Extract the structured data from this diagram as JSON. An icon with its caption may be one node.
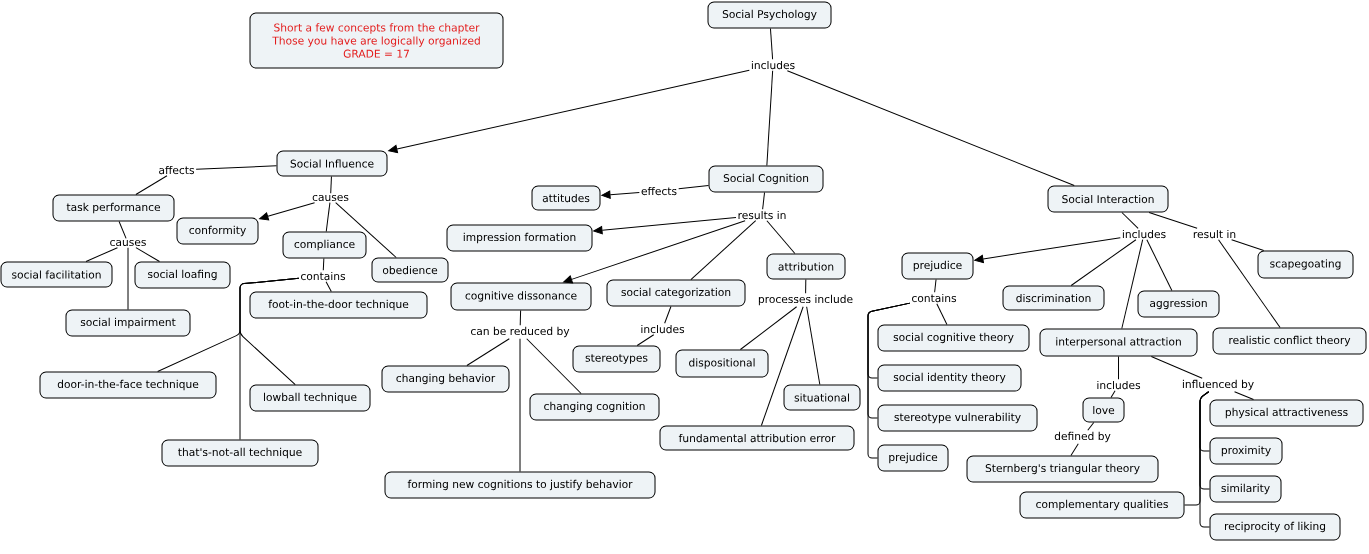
{
  "diagram": {
    "nodes": [
      {
        "text": [
          "Short a few concepts from the chapter",
          "Those you have are logically organized",
          "GRADE = 17"
        ]
      },
      {
        "text": [
          "Social Psychology"
        ]
      },
      {
        "text": [
          "includes"
        ]
      },
      {
        "text": [
          "Social Influence"
        ]
      },
      {
        "text": [
          "Social Cognition"
        ]
      },
      {
        "text": [
          "Social Interaction"
        ]
      },
      {
        "text": [
          "effects"
        ]
      },
      {
        "text": [
          "attitudes"
        ]
      },
      {
        "text": [
          "results in"
        ]
      },
      {
        "text": [
          "impression formation"
        ]
      },
      {
        "text": [
          "affects"
        ]
      },
      {
        "text": [
          "task performance"
        ]
      },
      {
        "text": [
          "causes"
        ]
      },
      {
        "text": [
          "conformity"
        ]
      },
      {
        "text": [
          "compliance"
        ]
      },
      {
        "text": [
          "obedience"
        ]
      },
      {
        "text": [
          "causes"
        ]
      },
      {
        "text": [
          "social facilitation"
        ]
      },
      {
        "text": [
          "social loafing"
        ]
      },
      {
        "text": [
          "social impairment"
        ]
      },
      {
        "text": [
          "contains"
        ]
      },
      {
        "text": [
          "foot-in-the-door technique"
        ]
      },
      {
        "text": [
          "door-in-the-face technique"
        ]
      },
      {
        "text": [
          "lowball technique"
        ]
      },
      {
        "text": [
          "that's-not-all technique"
        ]
      },
      {
        "text": [
          "cognitive dissonance"
        ]
      },
      {
        "text": [
          "can be reduced by"
        ]
      },
      {
        "text": [
          "changing behavior"
        ]
      },
      {
        "text": [
          "changing cognition"
        ]
      },
      {
        "text": [
          "forming new cognitions to justify behavior"
        ]
      },
      {
        "text": [
          "social categorization"
        ]
      },
      {
        "text": [
          "includes"
        ]
      },
      {
        "text": [
          "stereotypes"
        ]
      },
      {
        "text": [
          "attribution"
        ]
      },
      {
        "text": [
          "processes include"
        ]
      },
      {
        "text": [
          "dispositional"
        ]
      },
      {
        "text": [
          "situational"
        ]
      },
      {
        "text": [
          "fundamental attribution error"
        ]
      },
      {
        "text": [
          "includes"
        ]
      },
      {
        "text": [
          "result in"
        ]
      },
      {
        "text": [
          "prejudice"
        ]
      },
      {
        "text": [
          "contains"
        ]
      },
      {
        "text": [
          "social cognitive theory"
        ]
      },
      {
        "text": [
          "social identity theory"
        ]
      },
      {
        "text": [
          "stereotype vulnerability"
        ]
      },
      {
        "text": [
          "prejudice"
        ]
      },
      {
        "text": [
          "discrimination"
        ]
      },
      {
        "text": [
          "aggression"
        ]
      },
      {
        "text": [
          "interpersonal attraction"
        ]
      },
      {
        "text": [
          "scapegoating"
        ]
      },
      {
        "text": [
          "realistic conflict theory"
        ]
      },
      {
        "text": [
          "includes"
        ]
      },
      {
        "text": [
          "love"
        ]
      },
      {
        "text": [
          "defined by"
        ]
      },
      {
        "text": [
          "Sternberg's triangular theory"
        ]
      },
      {
        "text": [
          "influenced by"
        ]
      },
      {
        "text": [
          "physical attractiveness"
        ]
      },
      {
        "text": [
          "proximity"
        ]
      },
      {
        "text": [
          "similarity"
        ]
      },
      {
        "text": [
          "complementary qualities"
        ]
      },
      {
        "text": [
          "reciprocity of liking"
        ]
      }
    ],
    "edges": [
      {
        "from": 1,
        "to": 2,
        "arrow": "none"
      },
      {
        "from": 2,
        "to": 3,
        "arrow": "to"
      },
      {
        "from": 2,
        "to": 4,
        "arrow": "none"
      },
      {
        "from": 2,
        "to": 5,
        "arrow": "none"
      },
      {
        "from": 4,
        "to": 6,
        "arrow": "none"
      },
      {
        "from": 6,
        "to": 7,
        "arrow": "to"
      },
      {
        "from": 4,
        "to": 8,
        "arrow": "none"
      },
      {
        "from": 8,
        "to": 9,
        "arrow": "to"
      },
      {
        "from": 8,
        "to": 25,
        "arrow": "to"
      },
      {
        "from": 8,
        "to": 30,
        "arrow": "none"
      },
      {
        "from": 8,
        "to": 33,
        "arrow": "none"
      },
      {
        "from": 3,
        "to": 10,
        "arrow": "none"
      },
      {
        "from": 10,
        "to": 11,
        "arrow": "none"
      },
      {
        "from": 3,
        "to": 12,
        "arrow": "none"
      },
      {
        "from": 12,
        "to": 13,
        "arrow": "to"
      },
      {
        "from": 12,
        "to": 14,
        "arrow": "none"
      },
      {
        "from": 12,
        "to": 15,
        "arrow": "none"
      },
      {
        "from": 11,
        "to": 16,
        "arrow": "none"
      },
      {
        "from": 16,
        "to": 17,
        "arrow": "none"
      },
      {
        "from": 16,
        "to": 18,
        "arrow": "none"
      },
      {
        "from": 16,
        "to": 19,
        "arrow": "none"
      },
      {
        "from": 14,
        "to": 20,
        "arrow": "none"
      },
      {
        "from": 20,
        "to": 21,
        "arrow": "none"
      },
      {
        "from": 20,
        "to": 22,
        "arrow": "none"
      },
      {
        "from": 20,
        "to": 23,
        "arrow": "none"
      },
      {
        "from": 20,
        "to": 24,
        "arrow": "none"
      },
      {
        "from": 25,
        "to": 26,
        "arrow": "none"
      },
      {
        "from": 26,
        "to": 27,
        "arrow": "none"
      },
      {
        "from": 26,
        "to": 28,
        "arrow": "none"
      },
      {
        "from": 26,
        "to": 29,
        "arrow": "none"
      },
      {
        "from": 30,
        "to": 31,
        "arrow": "none"
      },
      {
        "from": 31,
        "to": 32,
        "arrow": "none"
      },
      {
        "from": 33,
        "to": 34,
        "arrow": "none"
      },
      {
        "from": 34,
        "to": 35,
        "arrow": "none"
      },
      {
        "from": 34,
        "to": 36,
        "arrow": "none"
      },
      {
        "from": 34,
        "to": 37,
        "arrow": "none"
      },
      {
        "from": 5,
        "to": 38,
        "arrow": "none"
      },
      {
        "from": 38,
        "to": 40,
        "arrow": "to"
      },
      {
        "from": 38,
        "to": 46,
        "arrow": "none"
      },
      {
        "from": 38,
        "to": 47,
        "arrow": "none"
      },
      {
        "from": 38,
        "to": 48,
        "arrow": "none"
      },
      {
        "from": 5,
        "to": 39,
        "arrow": "none"
      },
      {
        "from": 39,
        "to": 49,
        "arrow": "none"
      },
      {
        "from": 39,
        "to": 50,
        "arrow": "none"
      },
      {
        "from": 40,
        "to": 41,
        "arrow": "none"
      },
      {
        "from": 41,
        "to": 42,
        "arrow": "none"
      },
      {
        "from": 41,
        "to": 43,
        "arrow": "none"
      },
      {
        "from": 41,
        "to": 44,
        "arrow": "none"
      },
      {
        "from": 41,
        "to": 45,
        "arrow": "none"
      },
      {
        "from": 48,
        "to": 51,
        "arrow": "none"
      },
      {
        "from": 51,
        "to": 52,
        "arrow": "none"
      },
      {
        "from": 52,
        "to": 53,
        "arrow": "none"
      },
      {
        "from": 53,
        "to": 54,
        "arrow": "none"
      },
      {
        "from": 48,
        "to": 55,
        "arrow": "none"
      },
      {
        "from": 55,
        "to": 56,
        "arrow": "none"
      },
      {
        "from": 55,
        "to": 57,
        "arrow": "none"
      },
      {
        "from": 55,
        "to": 58,
        "arrow": "none"
      },
      {
        "from": 55,
        "to": 59,
        "arrow": "none"
      },
      {
        "from": 55,
        "to": 60,
        "arrow": "none"
      }
    ]
  }
}
